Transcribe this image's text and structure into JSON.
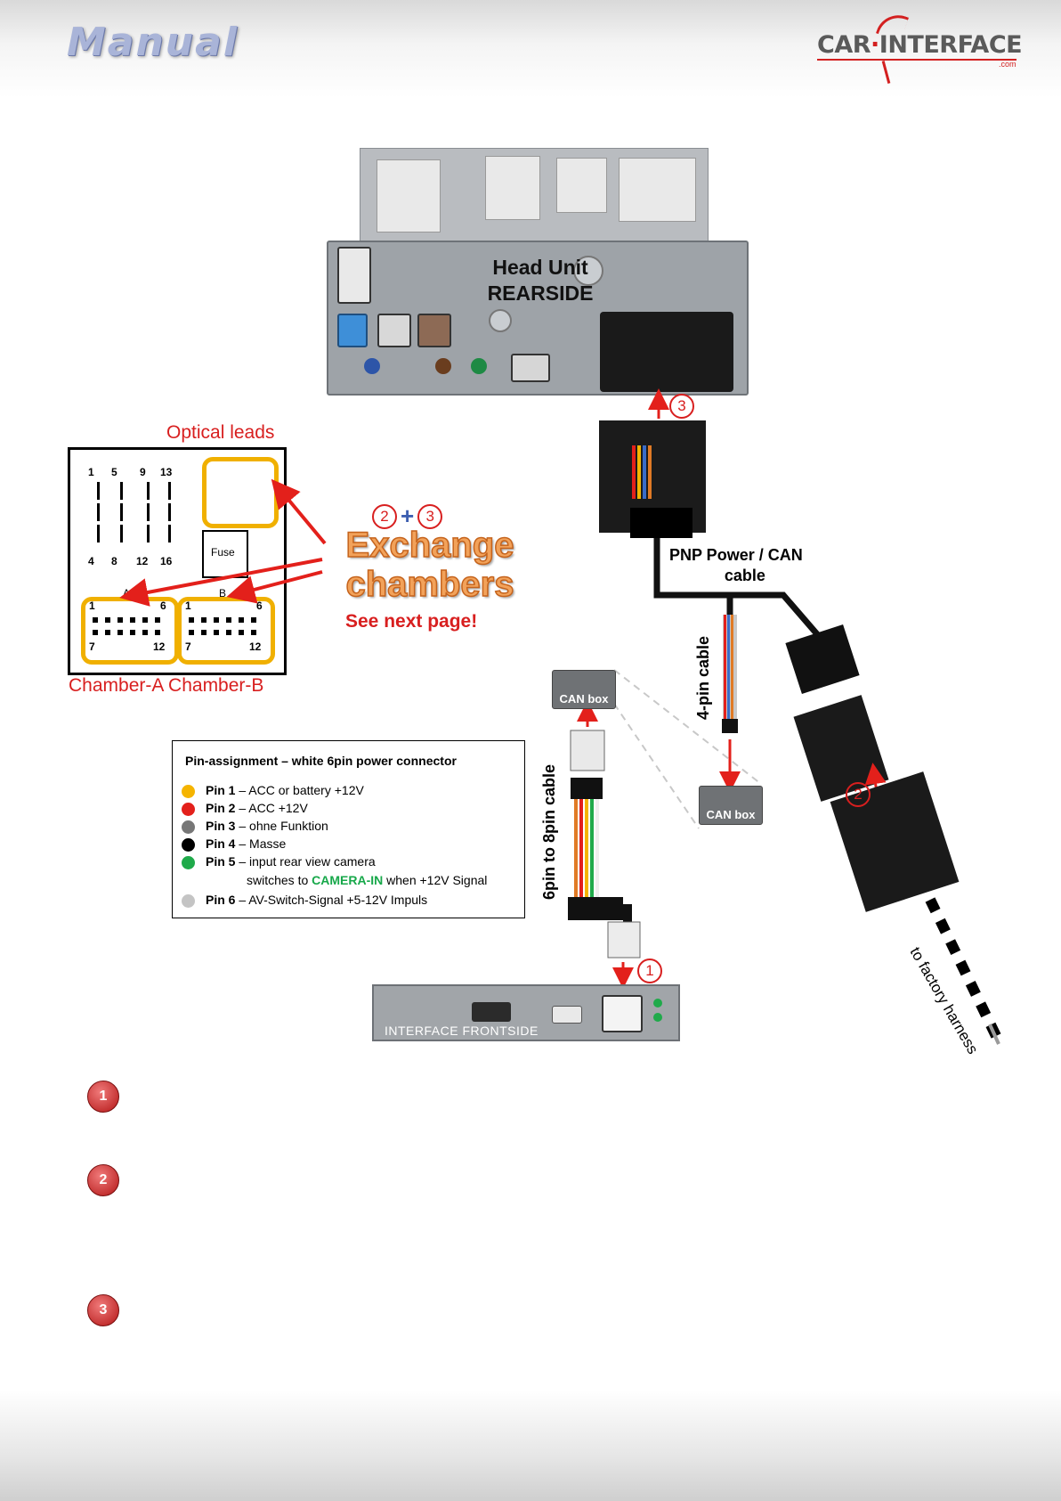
{
  "header": {
    "title": "Manual",
    "logo_text_part1": "CAR",
    "logo_text_part2": "INTERFACE",
    "logo_suffix": ".com"
  },
  "head_unit": {
    "label_line1": "Head Unit",
    "label_line2": "REARSIDE"
  },
  "connector_diagram": {
    "optical_label": "Optical leads",
    "fuse_label": "Fuse",
    "chamber_labels": "Chamber-A  Chamber-B",
    "top_numbers": [
      "1",
      "5",
      "9",
      "13"
    ],
    "bottom_numbers": [
      "4",
      "8",
      "12",
      "16"
    ],
    "chamber_a": {
      "letter": "A",
      "top_left": "1",
      "top_right": "6",
      "bottom_left": "7",
      "bottom_right": "12"
    },
    "chamber_b": {
      "letter": "B",
      "top_left": "1",
      "top_right": "6",
      "bottom_left": "7",
      "bottom_right": "12"
    }
  },
  "exchange": {
    "num_a": "2",
    "num_b": "3",
    "plus": "+",
    "title_line1": "Exchange",
    "title_line2": "chambers",
    "see_next": "See next page!"
  },
  "pin_assignment": {
    "title": "Pin-assignment – white 6pin power connector",
    "pins": [
      {
        "label": "Pin 1",
        "desc": " – ACC or battery +12V",
        "color": "#f5b400"
      },
      {
        "label": "Pin 2",
        "desc": " – ACC +12V",
        "color": "#e3201b"
      },
      {
        "label": "Pin 3",
        "desc": " – ohne Funktion",
        "color": "#777777"
      },
      {
        "label": "Pin 4",
        "desc": " – Masse",
        "color": "#000000"
      },
      {
        "label": "Pin 5",
        "desc": " – input rear view camera",
        "color": "#1faa4a"
      },
      {
        "label": "Pin 6",
        "desc": " – AV-Switch-Signal +5-12V Impuls",
        "color": "#c4c4c4"
      }
    ],
    "pin5_extra_pre": "switches to ",
    "pin5_extra_highlight": "CAMERA-IN",
    "pin5_extra_post": " when +12V Signal"
  },
  "cables": {
    "step3": "3",
    "pnp_line1": "PNP Power / CAN",
    "pnp_line2": "cable",
    "four_pin": "4-pin cable",
    "six_eight": "6pin to 8pin cable",
    "can_box_1": "CAN box",
    "can_box_2": "CAN box",
    "step2": "2",
    "step1": "1",
    "factory_harness": "to factory harness"
  },
  "interface": {
    "label": "INTERFACE  FRONTSIDE"
  },
  "instructions": {
    "step1": "1",
    "step2": "2",
    "step3": "3"
  }
}
